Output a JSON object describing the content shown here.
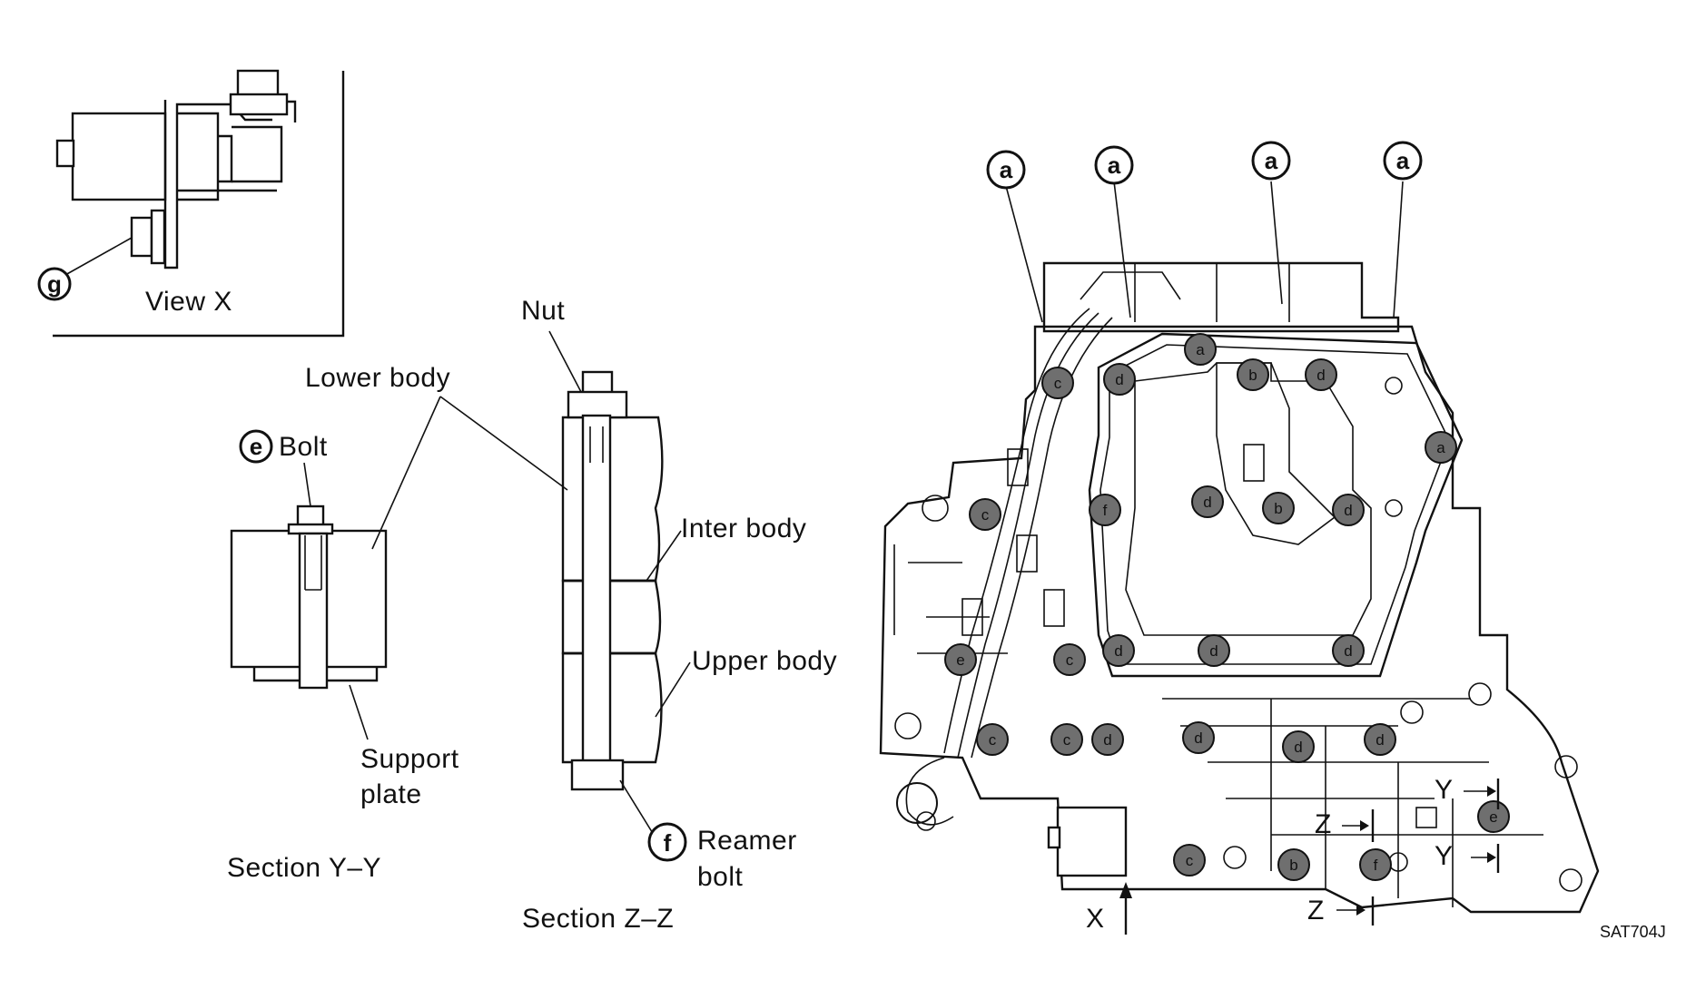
{
  "view_x": {
    "title": "View X",
    "callout": "g"
  },
  "section_yy": {
    "title": "Section Y–Y",
    "bolt_callout": "e",
    "bolt_label": "Bolt",
    "lower_body_label": "Lower body",
    "support_plate_label_1": "Support",
    "support_plate_label_2": "plate"
  },
  "section_zz": {
    "title": "Section Z–Z",
    "nut_label": "Nut",
    "inter_body_label": "Inter body",
    "upper_body_label": "Upper body",
    "reamer_callout": "f",
    "reamer_label_1": "Reamer",
    "reamer_label_2": "bolt"
  },
  "main_view": {
    "top_callouts": [
      "a",
      "a",
      "a",
      "a"
    ],
    "x_arrow_label": "X",
    "y_label_upper": "Y",
    "y_label_lower": "Y",
    "z_label_upper": "Z",
    "z_label_lower": "Z",
    "bolt_letters": {
      "b1": "a",
      "b2": "b",
      "b3": "d",
      "b4": "c",
      "b5": "d",
      "b6": "a",
      "b7": "c",
      "b8": "f",
      "b9": "d",
      "b10": "b",
      "b11": "d",
      "b12": "e",
      "b13": "c",
      "b14": "d",
      "b15": "d",
      "b16": "d",
      "b17": "c",
      "b18": "c",
      "b19": "d",
      "b20": "d",
      "b21": "d",
      "b22": "d",
      "b23": "e",
      "b24": "c",
      "b25": "b",
      "b26": "f"
    }
  },
  "figure_code": "SAT704J"
}
